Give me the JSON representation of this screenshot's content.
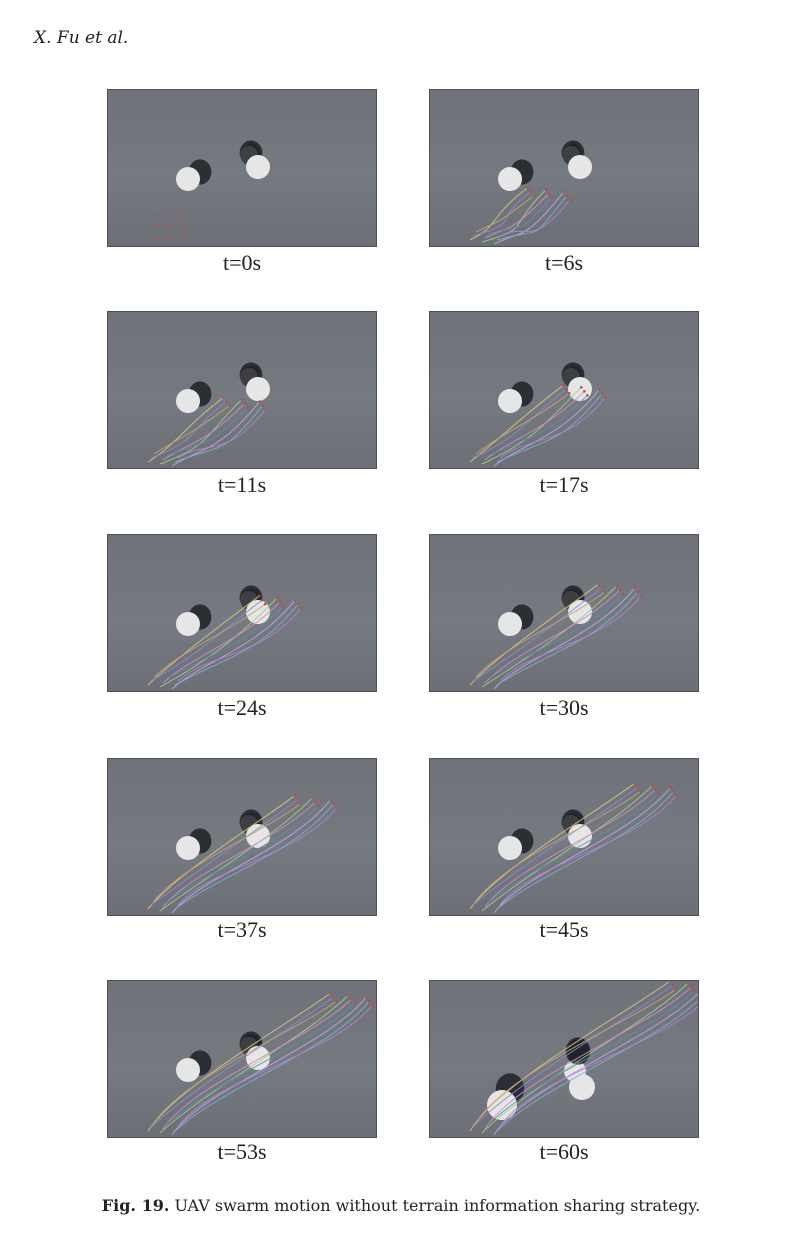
{
  "header": {
    "authors": "X. Fu et al."
  },
  "panels": [
    {
      "label": "t=0s"
    },
    {
      "label": "t=6s"
    },
    {
      "label": "t=11s"
    },
    {
      "label": "t=17s"
    },
    {
      "label": "t=24s"
    },
    {
      "label": "t=30s"
    },
    {
      "label": "t=37s"
    },
    {
      "label": "t=45s"
    },
    {
      "label": "t=53s"
    },
    {
      "label": "t=60s"
    }
  ],
  "caption": {
    "fig_label": "Fig. 19.",
    "text": "UAV swarm motion without terrain information sharing strategy."
  },
  "colors": {
    "background": "#73777d",
    "obstacle": "#e6e6e6",
    "shadow": "#1e2128",
    "trails": [
      "#d8c77a",
      "#9ed27a",
      "#b9a8e8",
      "#8f86d8",
      "#d48ad0",
      "#79b0c9",
      "#c9a36b",
      "#5b8fa6",
      "#b47fd1"
    ]
  }
}
